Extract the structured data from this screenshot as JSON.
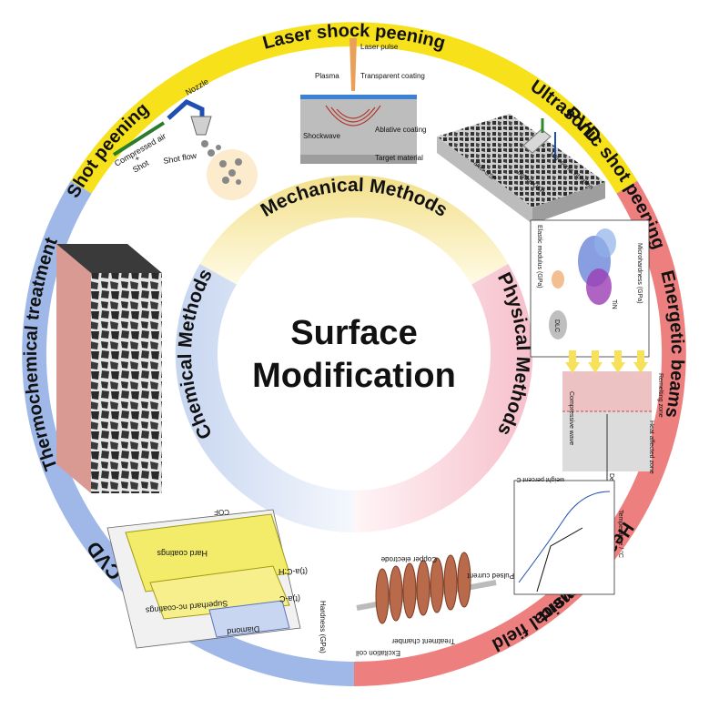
{
  "center": {
    "line1": "Surface",
    "line2": "Modification"
  },
  "categories": {
    "mechanical": "Mechanical Methods",
    "physical": "Physical Methods",
    "chemical": "Chemical Methods"
  },
  "techniques": {
    "shot_peening": "Shot peening",
    "laser_shock_peening": "Laser shock peening",
    "ultrasonic_shot_peening": "Ultrasonic shot peening",
    "pvd": "PVD",
    "energetic_beams": "Energetic beams",
    "heat_treatment": "Heat treatment",
    "physical_field": "Physical field",
    "cvd": "CVD",
    "thermochemical_treatment": "Thermochemical treatment"
  },
  "figure_labels": {
    "shot": {
      "compressed_air": "Compressed air",
      "plus": "+",
      "shot": "Shot",
      "nozzle": "Nozzle",
      "shot_flow": "Shot flow"
    },
    "laser": {
      "laser_pulse": "Laser pulse",
      "plasma": "Plasma",
      "transparent_coating": "Transparent coating",
      "shockwave": "Shockwave",
      "ablative_coating": "Ablative coating",
      "target_material": "Target material"
    },
    "usp": {
      "after_usp": "after USP",
      "before_usp": "before USP",
      "ultrasonic_vibration": "Ultrasonic vibration"
    },
    "pvd_chart": {
      "x_axis": "Microhardness (GPa)",
      "y_axis": "Elastic modulus (GPa)",
      "dlc": "DLC",
      "tin": "TiN"
    },
    "beams": {
      "remelting_zone": "Remelting zone",
      "heat_affected_zone": "Heat affected zone",
      "compressive_wave": "Compressive wave",
      "depth": "Depth"
    },
    "heat": {
      "temperature": "Temperature / °C",
      "weight_percent": "weight percent C"
    },
    "field": {
      "copper_electrode": "Copper electrode",
      "pulsed_current": "Pulsed current",
      "treatment_chamber": "Treatment chamber",
      "excitation_coil": "Excitation coil"
    },
    "cvd_chart": {
      "hardness": "Hardness (GPa)",
      "cof": "COF",
      "hard_coatings": "Hard coatings",
      "superhard": "Superhard nc-coatings",
      "diamond": "Diamond",
      "tac": "(t)a-C",
      "tac_h": "(t)a-C:H"
    }
  },
  "colors": {
    "yellow": "#f6e11a",
    "red": "#ee7f7f",
    "blue": "#9fb8e8",
    "inner_yellow": "#f6e6a0",
    "inner_pink": "#f8cdd6",
    "inner_blue": "#cfdcf3"
  }
}
